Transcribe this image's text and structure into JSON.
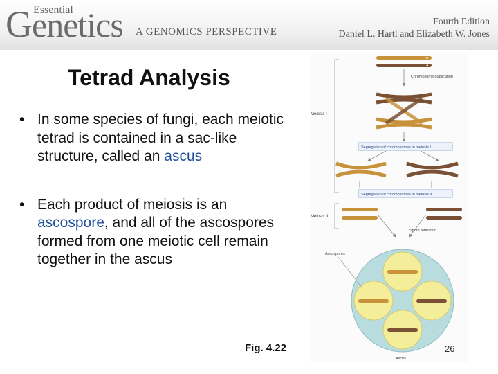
{
  "header": {
    "logo_small": "Essential",
    "logo_main_initial": "G",
    "logo_main_rest": "enetics",
    "subtitle": "A GENOMICS PERSPECTIVE",
    "edition": "Fourth Edition",
    "authors": "Daniel L. Hartl and Elizabeth W. Jones"
  },
  "slide": {
    "title": "Tetrad Analysis",
    "bullet_char": "•",
    "bullet1_text": "In some species of fungi, each meiotic tetrad is contained in a sac-like structure, called an",
    "bullet1_term": "ascus",
    "bullet2_pre": "Each product of meiosis is an",
    "bullet2_term": "ascospore",
    "bullet2_post": ", and all of the ascospores formed from one meiotic cell remain together in the ascus",
    "figure_caption": "Fig. 4.22",
    "page_number": "26"
  },
  "figure": {
    "labels": {
      "chromosome_duplication": "Chromosome duplication",
      "meiosis_1": "Meiosis I",
      "segregation_1": "Segregation of chromosomes in meiosis I",
      "segregation_2": "Segregation of chromosomes in meiosis II",
      "meiosis_2": "Meiosis II",
      "spore_formation": "Spore formation",
      "ascospores": "Ascospores",
      "ascus": "Ascus",
      "allele_small": "a",
      "allele_big": "A"
    },
    "colors": {
      "light_chrom": "#c8923a",
      "dark_chrom": "#7a5134",
      "ascus_fill": "#b9dcdf",
      "spore_fill": "#f4ed9a",
      "box_border": "#7f9fd0",
      "box_fill": "#eef3fb",
      "arrow": "#888888"
    }
  }
}
